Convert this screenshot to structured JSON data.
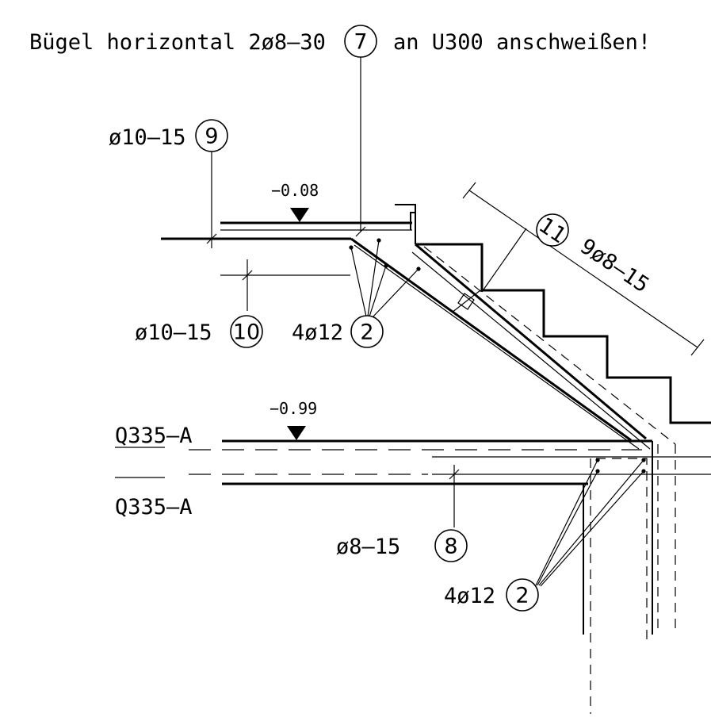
{
  "title_note": "Bügel horizontal 2ø8–30",
  "title_note_suffix": "an U300 anschweißen!",
  "marks": {
    "m7": "7",
    "m9": "9",
    "m10": "10",
    "m11": "11",
    "m2_upper": "2",
    "m8": "8",
    "m2_lower": "2"
  },
  "bar_labels": {
    "bar9": "ø10–15",
    "bar10": "ø10–15",
    "bar2_upper": "4ø12",
    "bar11": "9ø8–15",
    "bar8": "ø8–15",
    "bar2_lower": "4ø12"
  },
  "levels": {
    "upper": "−0.08",
    "lower": "−0.99"
  },
  "materials": {
    "top": "Q335–A",
    "bottom": "Q335–A"
  }
}
